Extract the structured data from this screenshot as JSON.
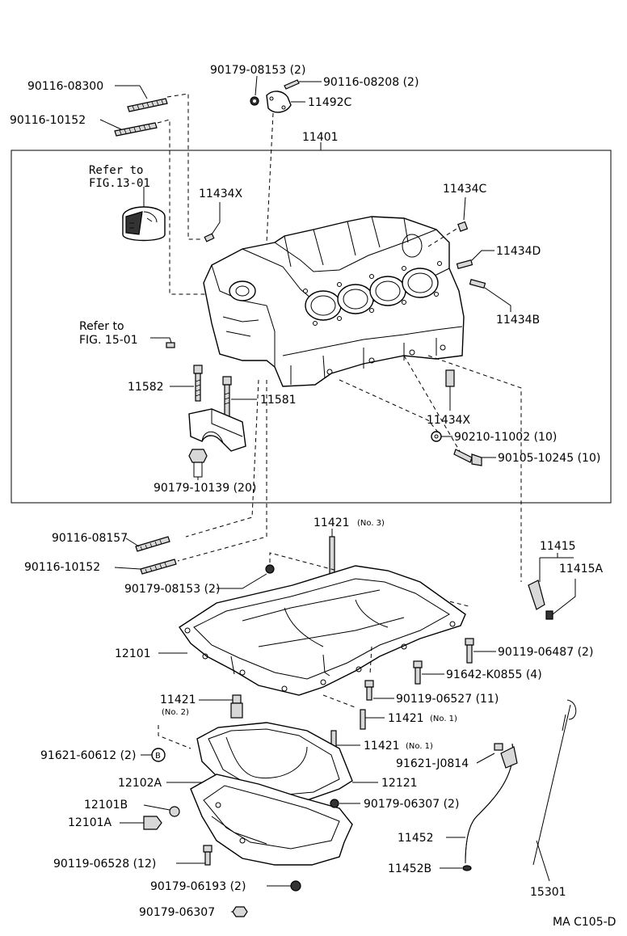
{
  "labels": {
    "p_90179_08153_top": "90179-08153 (2)",
    "p_90116_08208": "90116-08208 (2)",
    "p_90116_08300": "90116-08300",
    "p_11492C": "11492C",
    "p_90116_10152_top": "90116-10152",
    "p_11401": "11401",
    "refer1_a": "Refer to",
    "refer1_b": "FIG.13-01",
    "p_11434X_top": "11434X",
    "p_11434C": "11434C",
    "p_11434D": "11434D",
    "p_11434B": "11434B",
    "refer2_a": "Refer to",
    "refer2_b": "FIG. 15-01",
    "p_11582": "11582",
    "p_11581": "11581",
    "p_11434X_mid": "11434X",
    "p_90210_11002": "90210-11002 (10)",
    "p_90105_10245": "90105-10245 (10)",
    "p_90179_10139": "90179-10139 (20)",
    "p_11421_no3": "11421",
    "p_11421_no3_sub": "(No. 3)",
    "p_11415": "11415",
    "p_11415A": "11415A",
    "p_90116_08157": "90116-08157",
    "p_90116_10152_mid": "90116-10152",
    "p_90179_08153_mid": "90179-08153 (2)",
    "p_12101": "12101",
    "p_90119_06487": "90119-06487 (2)",
    "p_91642_K0855": "91642-K0855 (4)",
    "p_11421_no2": "11421",
    "p_11421_no2_sub": "(No. 2)",
    "p_90119_06527": "90119-06527 (11)",
    "p_11421_no1a": "11421",
    "p_11421_no1a_sub": "(No. 1)",
    "p_11421_no1b": "11421",
    "p_11421_no1b_sub": "(No. 1)",
    "p_91621_60612": "91621-60612 (2)",
    "p_91621_60612_b": "B",
    "p_91621_J0814": "91621-J0814",
    "p_12102A": "12102A",
    "p_12121": "12121",
    "p_12101B": "12101B",
    "p_90179_06307_mid": "90179-06307 (2)",
    "p_12101A": "12101A",
    "p_11452": "11452",
    "p_90119_06528": "90119-06528 (12)",
    "p_11452B": "11452B",
    "p_90179_06193": "90179-06193 (2)",
    "p_15301": "15301",
    "p_90179_06307_bot": "90179-06307",
    "code": "MA C105-D"
  }
}
